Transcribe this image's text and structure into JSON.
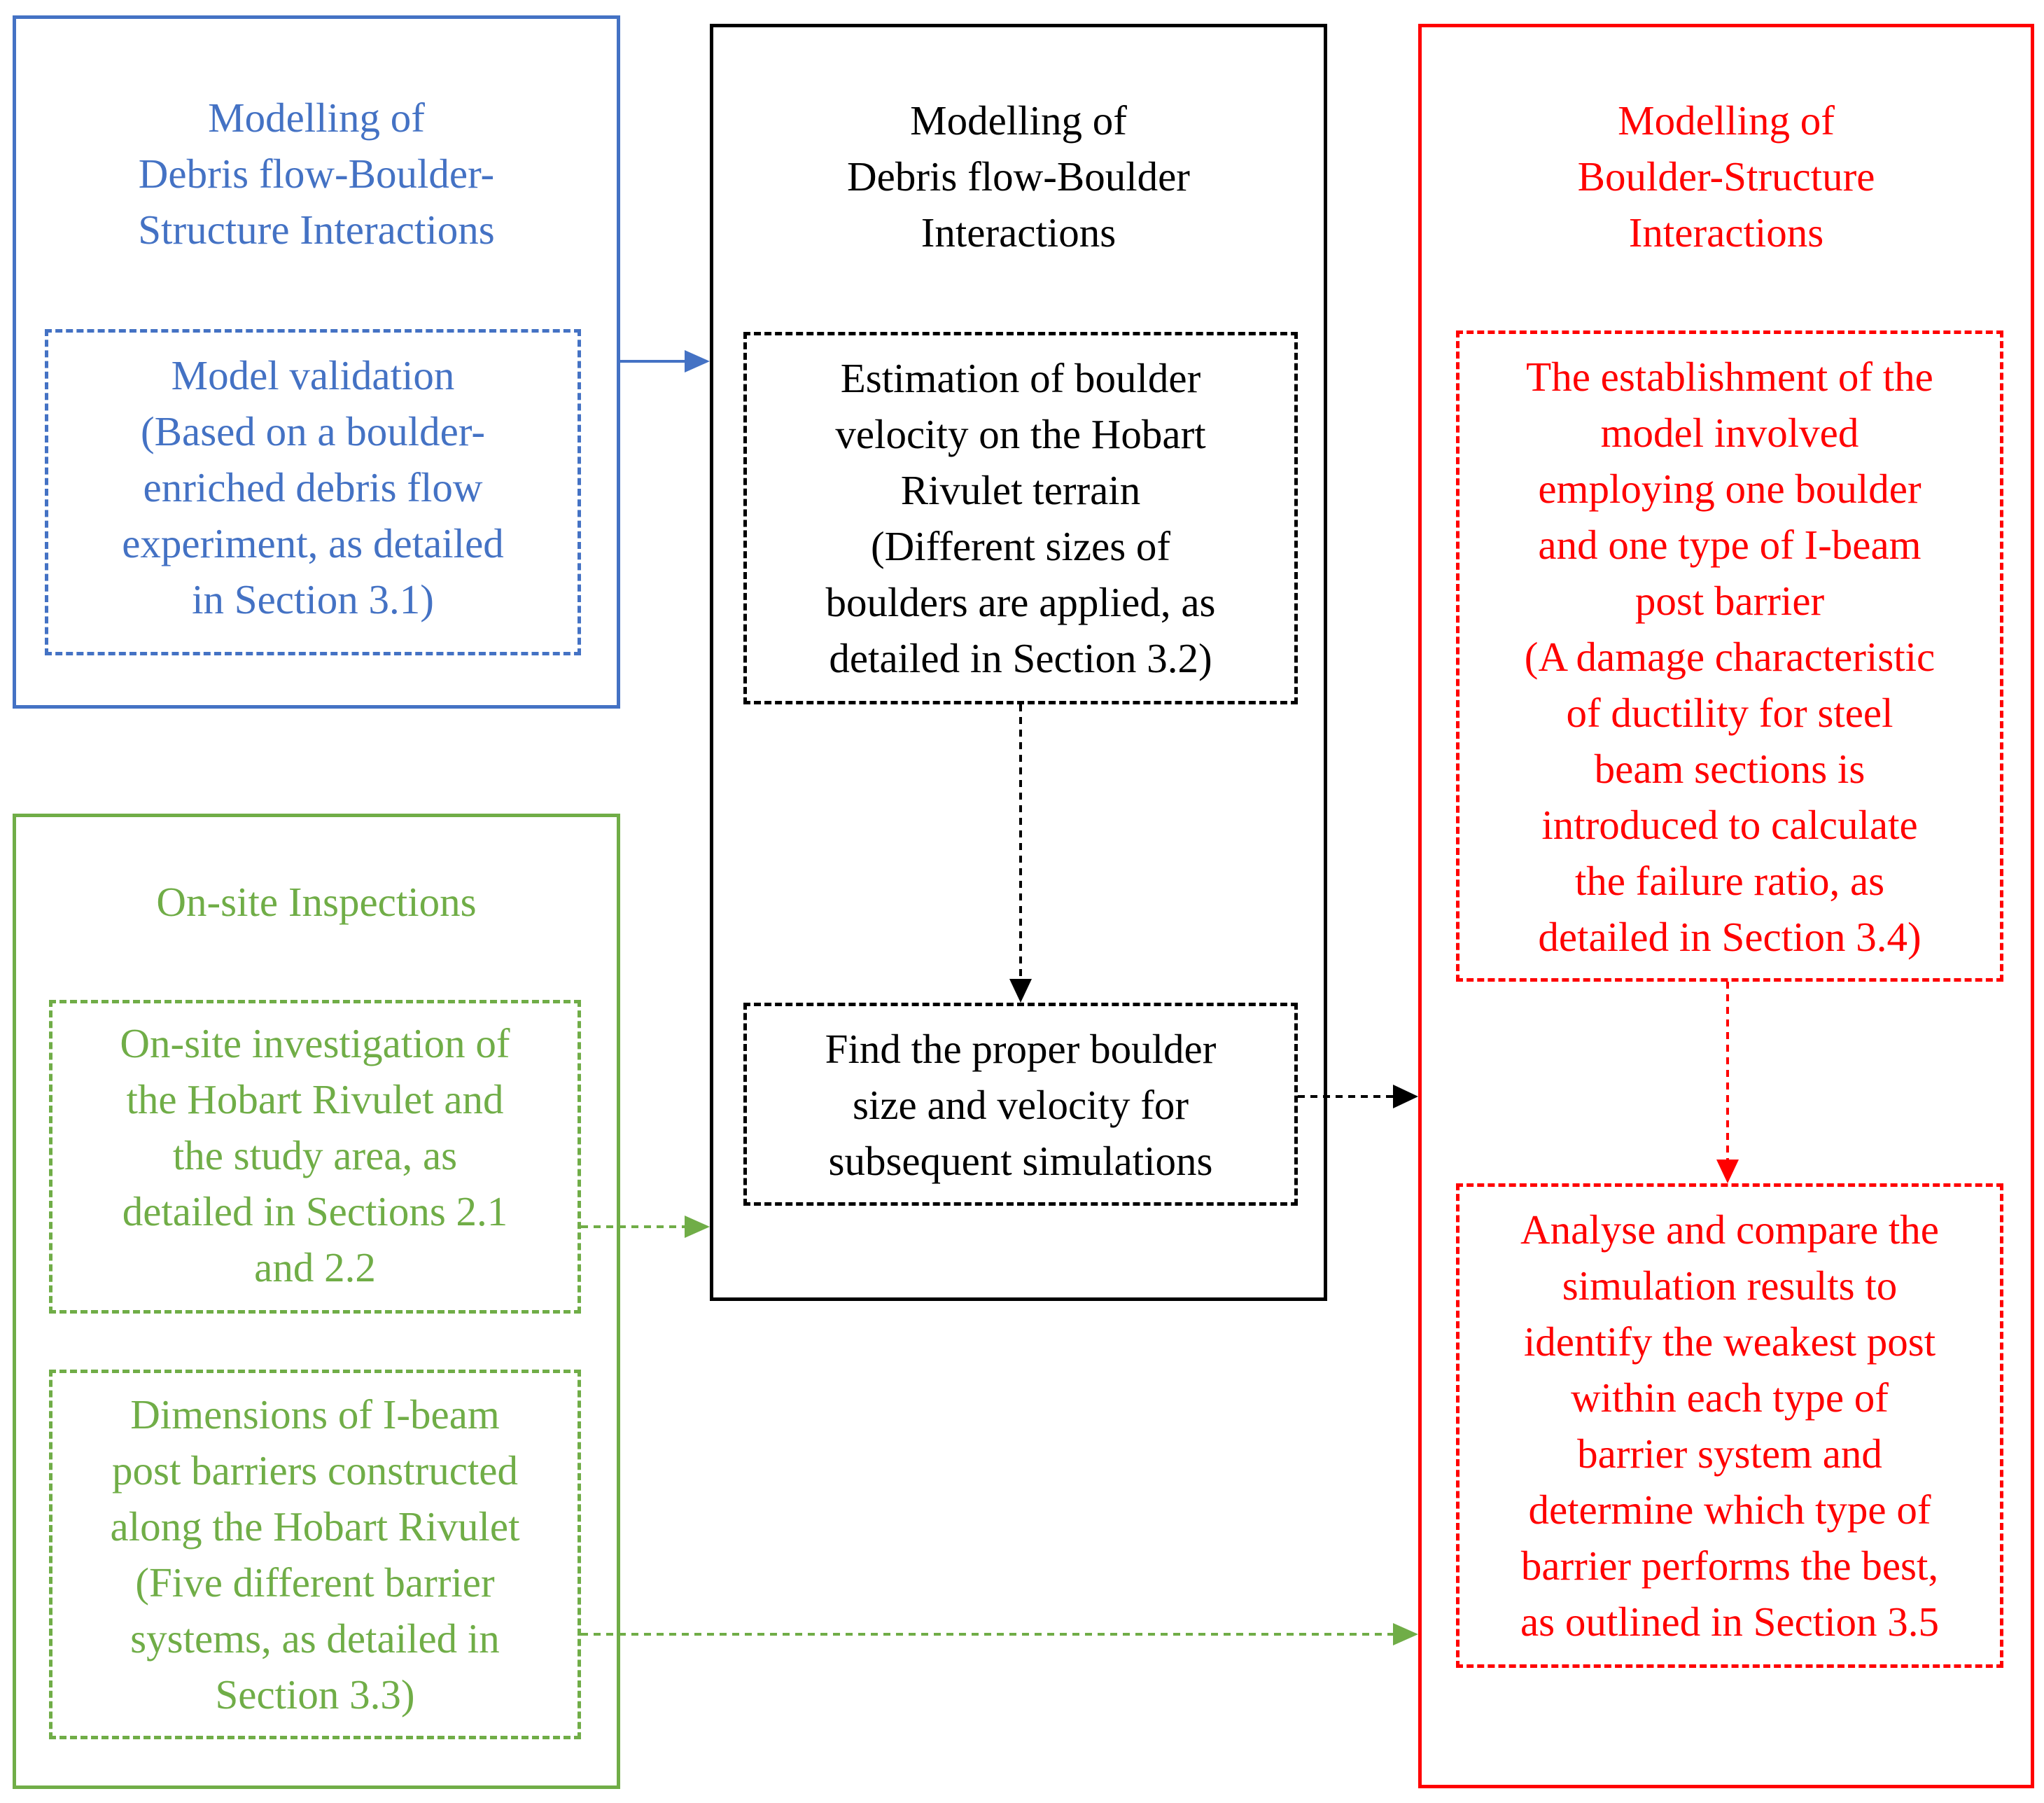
{
  "blue": {
    "title": "Modelling of\nDebris flow-Boulder-\nStructure Interactions",
    "inner": "Model validation\n(Based on a boulder-\nenriched debris flow\nexperiment, as detailed\nin Section 3.1)"
  },
  "black": {
    "title": "Modelling of\nDebris flow-Boulder\nInteractions",
    "inner1": "Estimation of boulder\nvelocity on the Hobart\nRivulet terrain\n(Different sizes of\nboulders are applied, as\ndetailed in Section 3.2)",
    "inner2": "Find the proper boulder\nsize and velocity for\nsubsequent simulations"
  },
  "red": {
    "title": "Modelling of\nBoulder-Structure\nInteractions",
    "inner1": "The establishment of the\nmodel involved\nemploying one boulder\nand one type of I-beam\npost barrier\n(A damage characteristic\nof ductility for steel\nbeam sections is\nintroduced to calculate\nthe failure ratio, as\ndetailed in Section 3.4)",
    "inner2": "Analyse and compare the\nsimulation results to\nidentify the weakest post\nwithin each type of\nbarrier system and\ndetermine which type of\nbarrier performs the best,\nas outlined in Section 3.5"
  },
  "green": {
    "title": "On-site Inspections",
    "inner1": "On-site investigation of\nthe Hobart Rivulet and\nthe study area, as\ndetailed in Sections 2.1\nand 2.2",
    "inner2": "Dimensions of I-beam\npost barriers constructed\nalong the Hobart Rivulet\n(Five different barrier\nsystems, as detailed in\nSection 3.3)"
  },
  "colors": {
    "blue": "#4472C4",
    "green": "#70AD47",
    "black": "#000000",
    "red": "#FF0000"
  }
}
